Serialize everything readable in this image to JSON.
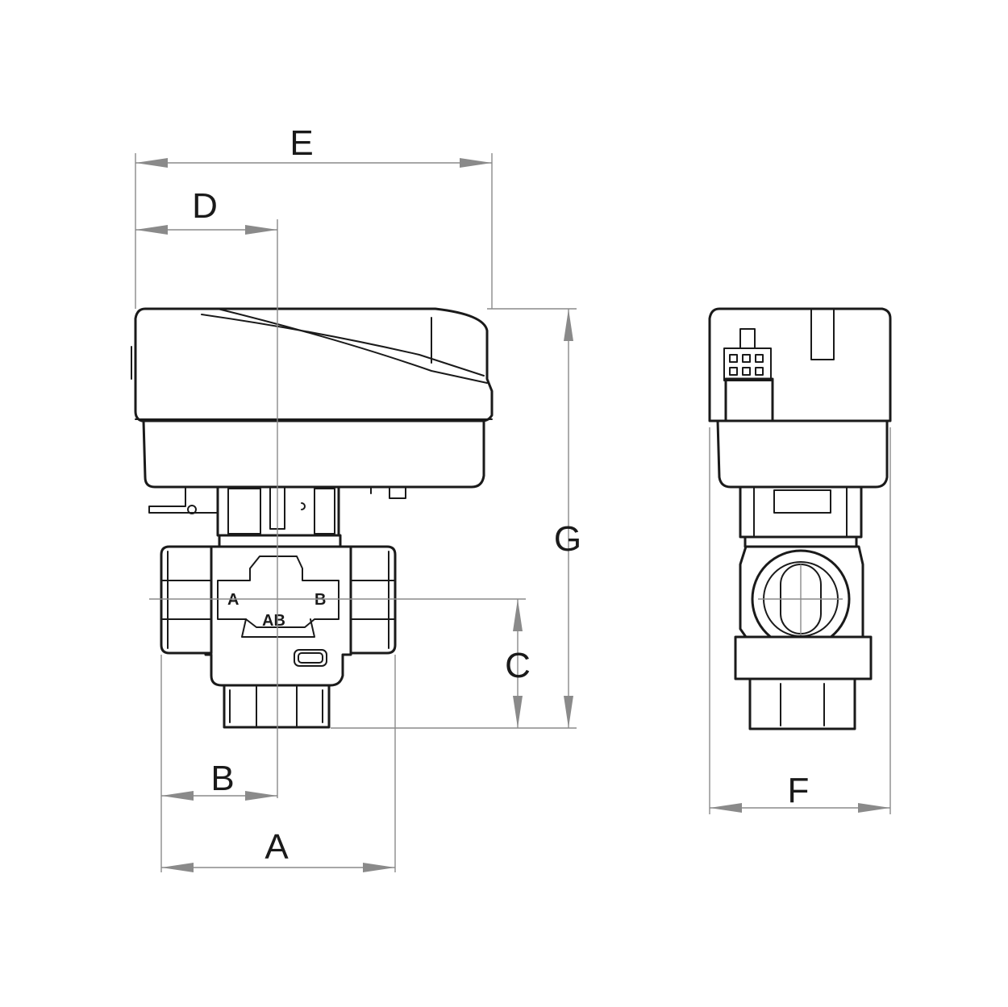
{
  "dimensions": {
    "A": "A",
    "B": "B",
    "C": "C",
    "D": "D",
    "E": "E",
    "F": "F",
    "G": "G"
  },
  "ports": {
    "a": "A",
    "ab": "AB",
    "b": "B"
  },
  "colors": {
    "outline": "#1a1a1a",
    "dimension_line": "#8a8a8a",
    "background": "#ffffff"
  }
}
